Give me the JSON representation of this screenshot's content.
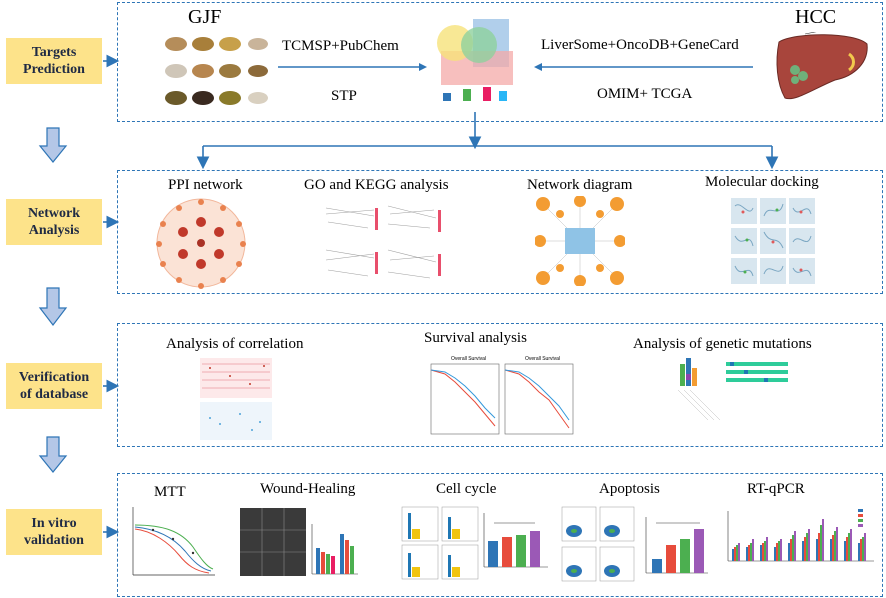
{
  "stages": [
    {
      "id": "targets",
      "label_line1": "Targets",
      "label_line2": "Prediction"
    },
    {
      "id": "network",
      "label_line1": "Network",
      "label_line2": "Analysis"
    },
    {
      "id": "verify",
      "label_line1": "Verification",
      "label_line2": "of database"
    },
    {
      "id": "vitro",
      "label_line1": "In vitro",
      "label_line2": "validation"
    }
  ],
  "targets_panel": {
    "left_title": "GJF",
    "right_title": "HCC",
    "arrow_left_top": "TCMSP+PubChem",
    "arrow_left_bottom": "STP",
    "arrow_right_top": "LiverSome+OncoDB+GeneCard",
    "arrow_right_bottom": "OMIM+ TCGA"
  },
  "network_panel": {
    "items": [
      "PPI network",
      "GO and KEGG analysis",
      "Network diagram",
      "Molecular docking"
    ]
  },
  "database_panel": {
    "items": [
      "Analysis  of correlation",
      "Survival analysis",
      "Analysis of genetic mutations"
    ],
    "survival_plot_a": "Overall Survival",
    "survival_plot_b": "Overall Survival"
  },
  "vitro_panel": {
    "items": [
      "MTT",
      "Wound-Healing",
      "Cell cycle",
      "Apoptosis",
      "RT-qPCR"
    ]
  },
  "colors": {
    "stage_fill": "#fde38a",
    "panel_border": "#2e75b6",
    "arrow_blue": "#2e75b6",
    "down_arrow_fill": "#b4c7e7"
  }
}
